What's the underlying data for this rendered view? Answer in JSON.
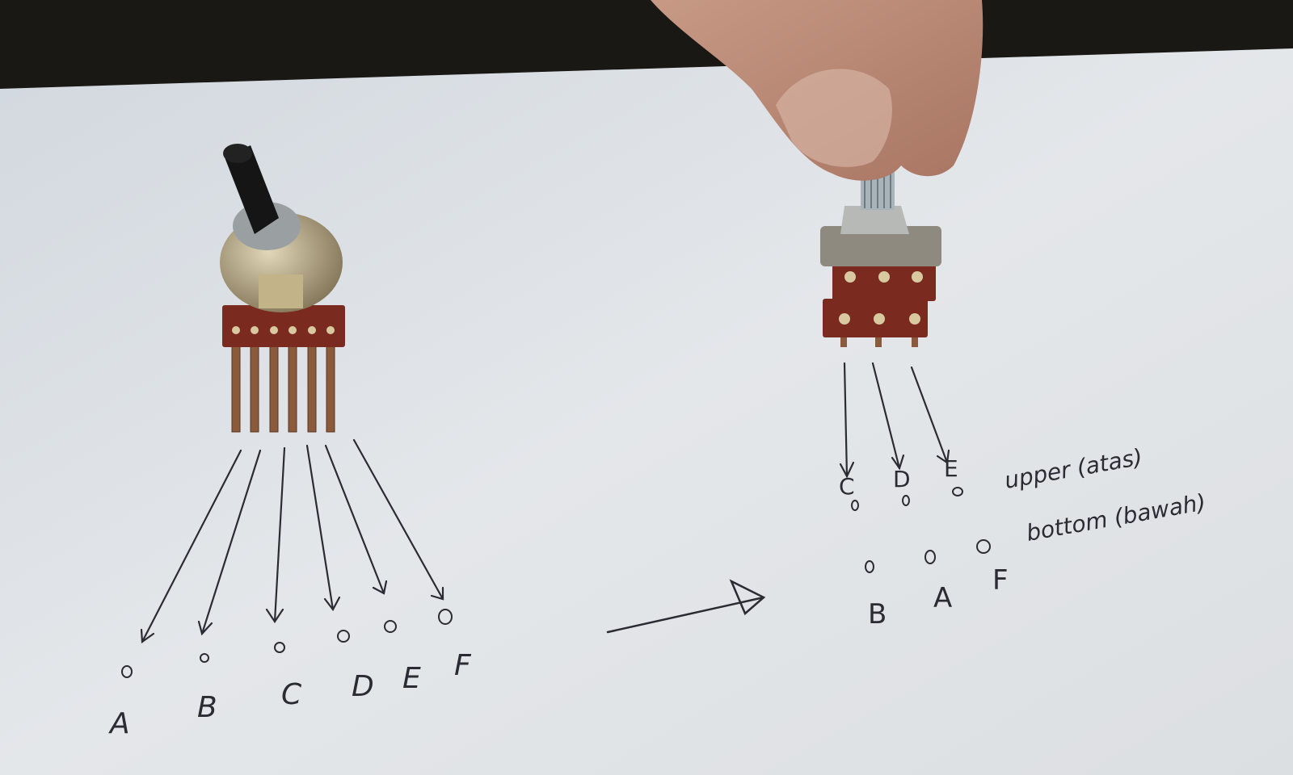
{
  "scene": {
    "description": "Photo of two potentiometers on white paper with handwritten pin-mapping diagram",
    "colors": {
      "background_dark": "#1a1815",
      "paper": "#dfe3e8",
      "ink": "#2b2b33",
      "pcb": "#7a2a1e",
      "metal": "#a89a7c"
    }
  },
  "left_pot": {
    "pins": [
      "A",
      "B",
      "C",
      "D",
      "E",
      "F"
    ]
  },
  "right_pot": {
    "upper_pins": [
      "C",
      "D",
      "E"
    ],
    "bottom_pins": [
      "B",
      "A",
      "F"
    ],
    "upper_label": "upper (atas)",
    "bottom_label": "bottom (bawah)"
  }
}
